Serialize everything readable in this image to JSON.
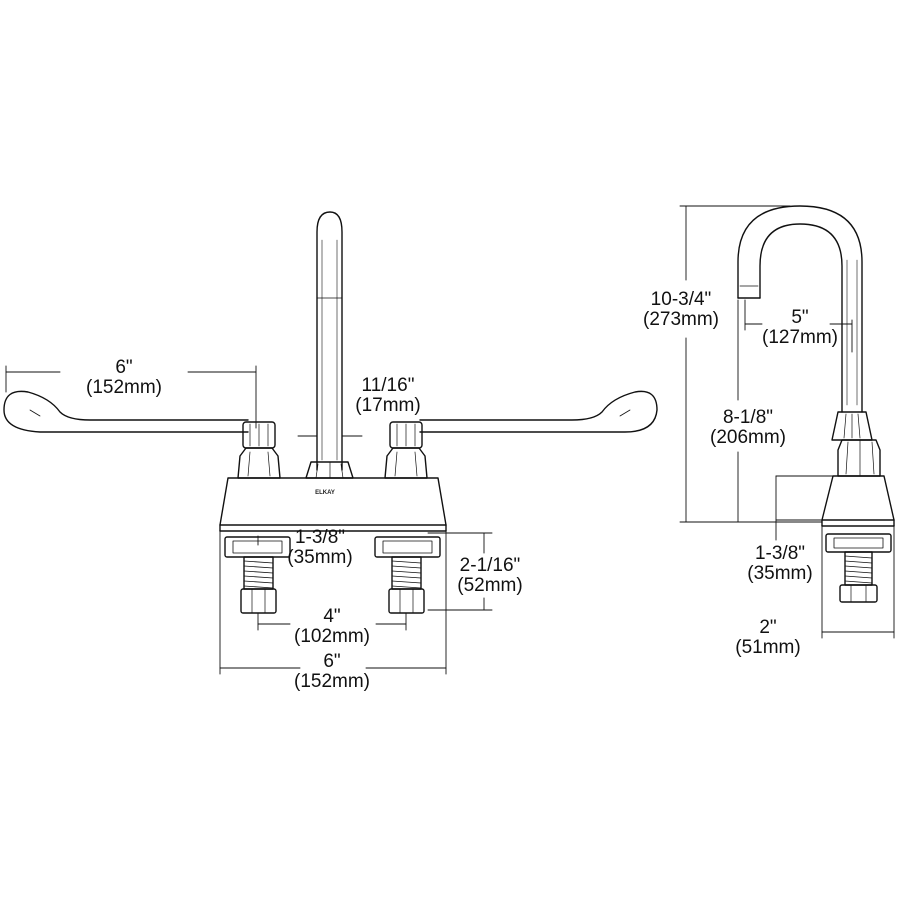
{
  "front_view": {
    "handle_reach": {
      "inch": "6\"",
      "mm": "(152mm)"
    },
    "spout_diameter": {
      "inch": "11/16\"",
      "mm": "(17mm)"
    },
    "shank_width": {
      "inch": "1-3/8\"",
      "mm": "(35mm)"
    },
    "shank_length": {
      "inch": "2-1/16\"",
      "mm": "(52mm)"
    },
    "centers": {
      "inch": "4\"",
      "mm": "(102mm)"
    },
    "overall_width": {
      "inch": "6\"",
      "mm": "(152mm)"
    },
    "brand_mark": "ELKAY"
  },
  "side_view": {
    "overall_height": {
      "inch": "10-3/4\"",
      "mm": "(273mm)"
    },
    "spout_reach": {
      "inch": "5\"",
      "mm": "(127mm)"
    },
    "outlet_height": {
      "inch": "8-1/8\"",
      "mm": "(206mm)"
    },
    "shank_width": {
      "inch": "1-3/8\"",
      "mm": "(35mm)"
    },
    "base_depth": {
      "inch": "2\"",
      "mm": "(51mm)"
    }
  }
}
